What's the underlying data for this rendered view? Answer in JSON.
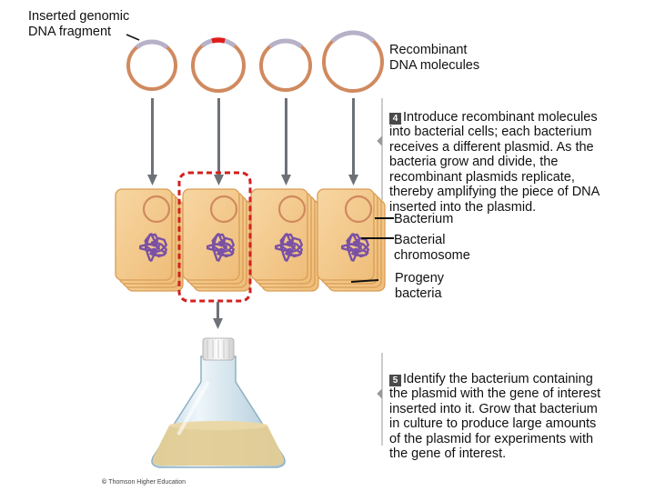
{
  "labels": {
    "genomic_fragment": "Inserted genomic\nDNA fragment",
    "recombinant": "Recombinant\nDNA molecules",
    "bacterium": "Bacterium",
    "chromosome": "Bacterial\nchromosome",
    "progeny": "Progeny\nbacteria"
  },
  "steps": [
    {
      "number": "4",
      "text": "Introduce recombinant molecules\ninto bacterial cells; each bacterium\nreceives a different plasmid. As the\nbacteria grow and divide, the\nrecombinant plasmids replicate,\nthereby amplifying the piece of DNA\ninserted into the plasmid."
    },
    {
      "number": "5",
      "text": "Identify the bacterium containing\nthe plasmid with the gene of interest\ninserted into it. Grow that bacterium\nin culture to produce large amounts\nof the plasmid for experiments with\nthe gene of interest."
    }
  ],
  "credit": {
    "mark": "©",
    "text": "Thomson Higher Education"
  },
  "colors": {
    "plasmid_ring": "#d08a5f",
    "insert_gray": "#b7b1c8",
    "insert_highlight": "#e01b1b",
    "cell_fill": "#f3c98d",
    "cell_edge": "#d89d55",
    "chromosome": "#7a51a4",
    "arrow": "#6d7278",
    "selection_box": "#d22020",
    "culture_medium": "#e2cc95",
    "flask_glass": "#cfe3ec"
  }
}
